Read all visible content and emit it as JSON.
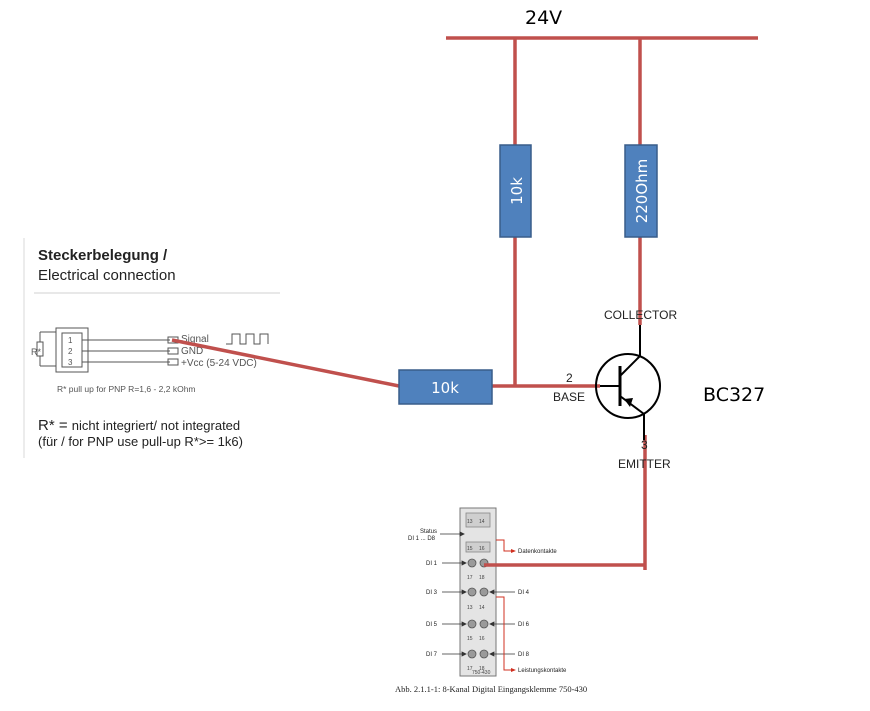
{
  "colors": {
    "wire": "#c0504d",
    "resistor_fill": "#4f81bd",
    "resistor_stroke": "#385d8a",
    "resistor_text": "#ffffff",
    "ink": "#000000",
    "datasheet_gray": "#555555"
  },
  "supply": {
    "label": "24V"
  },
  "resistors": {
    "pullup": {
      "label": "10k"
    },
    "collector": {
      "label": "220Ohm"
    },
    "base": {
      "label": "10k"
    }
  },
  "transistor": {
    "part": "BC327",
    "collector_label": "COLLECTOR",
    "base_pin": "2",
    "base_label": "BASE",
    "emitter_pin": "3",
    "emitter_label": "EMITTER"
  },
  "connector_sheet": {
    "title_de": "Steckerbelegung /",
    "title_en": "Electrical connection",
    "pin_signal": "Signal",
    "pin_gnd": "GND",
    "pin_vcc": "+Vcc (5-24 VDC)",
    "resistor_label": "R*",
    "pin_numbers": [
      "1",
      "2",
      "3"
    ],
    "pullup_note": "R* pull up for PNP R=1,6 - 2,2 kOhm",
    "note_symbol": "R* = ",
    "note_text": "nicht integriert/ not integrated",
    "note_line2": "(für / for PNP use pull-up R*>= 1k6)"
  },
  "terminal_module": {
    "status_label": "Status",
    "status_sub": "DI 1 ... D8",
    "di_labels": [
      "DI 1",
      "DI 3",
      "DI 5",
      "DI 7"
    ],
    "di_right_labels": [
      "DI 4",
      "DI 6",
      "DI 8"
    ],
    "slot_labels": [
      "13",
      "14",
      "15",
      "16",
      "17",
      "18",
      "13",
      "14",
      "15",
      "16",
      "17",
      "18"
    ],
    "datenkontakte": "Datenkontakte",
    "leistungskontakte": "Leistungskontakte",
    "model": "750-430",
    "caption": "Abb. 2.1.1-1: 8-Kanal Digital Eingangsklemme 750-430"
  }
}
